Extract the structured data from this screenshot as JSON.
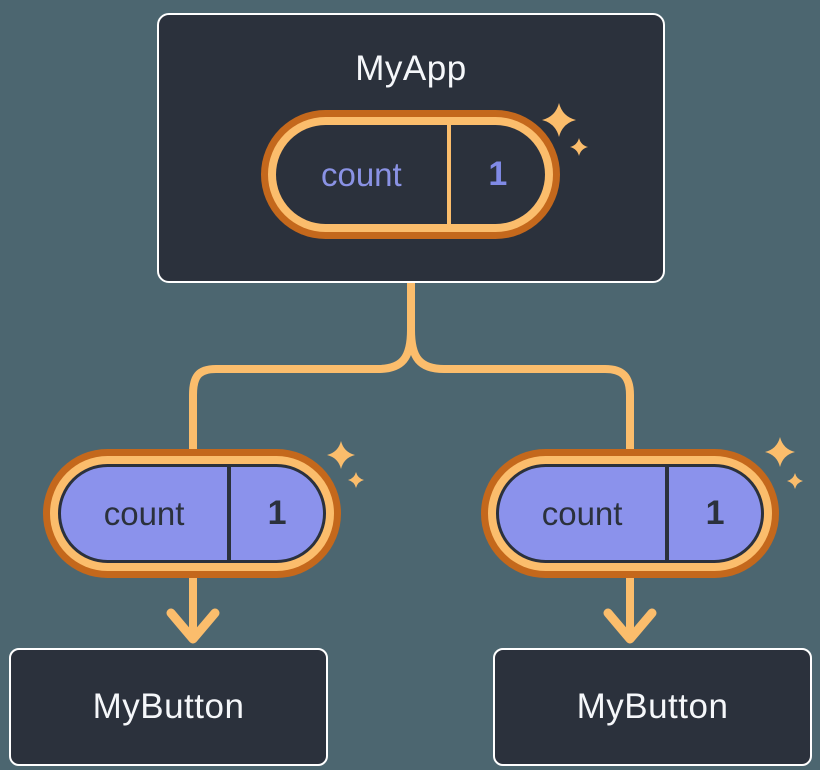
{
  "diagram": {
    "background_color": "#4C6670",
    "colors": {
      "connector_orange": "#FBBD6C",
      "ring_orange_dark": "#C4681C",
      "pill_purple": "#8B92EC",
      "state_text_purple": "#8A92E4",
      "card_background": "#2B313C",
      "card_border": "#FFFFFF",
      "title_text": "#F5F7FA",
      "dark_text": "#2B313C"
    },
    "root": {
      "title": "MyApp",
      "state": {
        "label": "count",
        "value": "1"
      }
    },
    "children": [
      {
        "title": "MyButton",
        "prop": {
          "label": "count",
          "value": "1"
        }
      },
      {
        "title": "MyButton",
        "prop": {
          "label": "count",
          "value": "1"
        }
      }
    ],
    "icons": {
      "sparkle": "sparkle-icon (four-point star)",
      "arrow": "arrow-down-icon"
    }
  }
}
